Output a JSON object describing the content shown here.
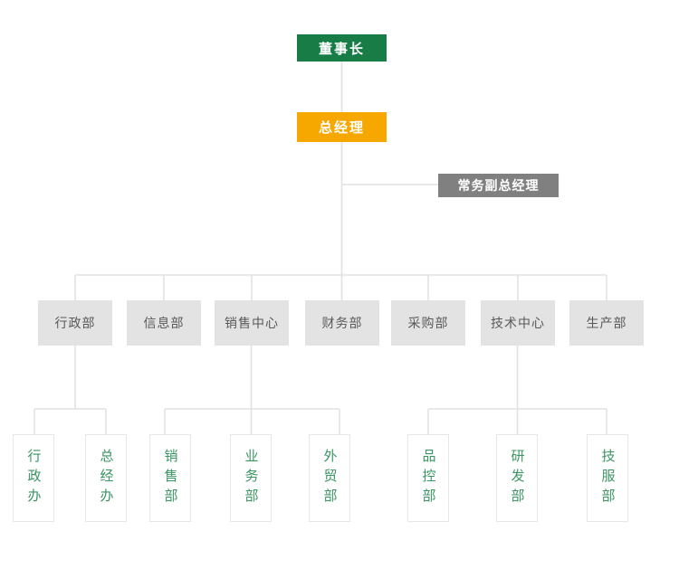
{
  "org_chart": {
    "root": {
      "label": "董事长",
      "color": "#177C46",
      "text_color": "#FFFFFF"
    },
    "general_manager": {
      "label": "总经理",
      "color": "#F6A800",
      "text_color": "#FFFFFF"
    },
    "deputy_general_manager": {
      "label": "常务副总经理",
      "color": "#808080",
      "text_color": "#FFFFFF"
    },
    "departments": [
      {
        "label": "行政部"
      },
      {
        "label": "信息部"
      },
      {
        "label": "销售中心"
      },
      {
        "label": "财务部"
      },
      {
        "label": "采购部"
      },
      {
        "label": "技术中心"
      },
      {
        "label": "生产部"
      }
    ],
    "sub_departments": [
      {
        "label": "行政办",
        "parent": "行政部"
      },
      {
        "label": "总经办",
        "parent": "行政部"
      },
      {
        "label": "销售部",
        "parent": "销售中心"
      },
      {
        "label": "业务部",
        "parent": "销售中心"
      },
      {
        "label": "外贸部",
        "parent": "销售中心"
      },
      {
        "label": "品控部",
        "parent": "技术中心"
      },
      {
        "label": "研发部",
        "parent": "技术中心"
      },
      {
        "label": "技服部",
        "parent": "技术中心"
      }
    ],
    "colors": {
      "department_box_bg": "#E3E3E3",
      "department_text": "#595959",
      "sub_department_text": "#3A9463",
      "sub_department_border": "#E6E6E6",
      "connector_line": "#E2E2E2",
      "background": "#FFFFFF"
    }
  }
}
